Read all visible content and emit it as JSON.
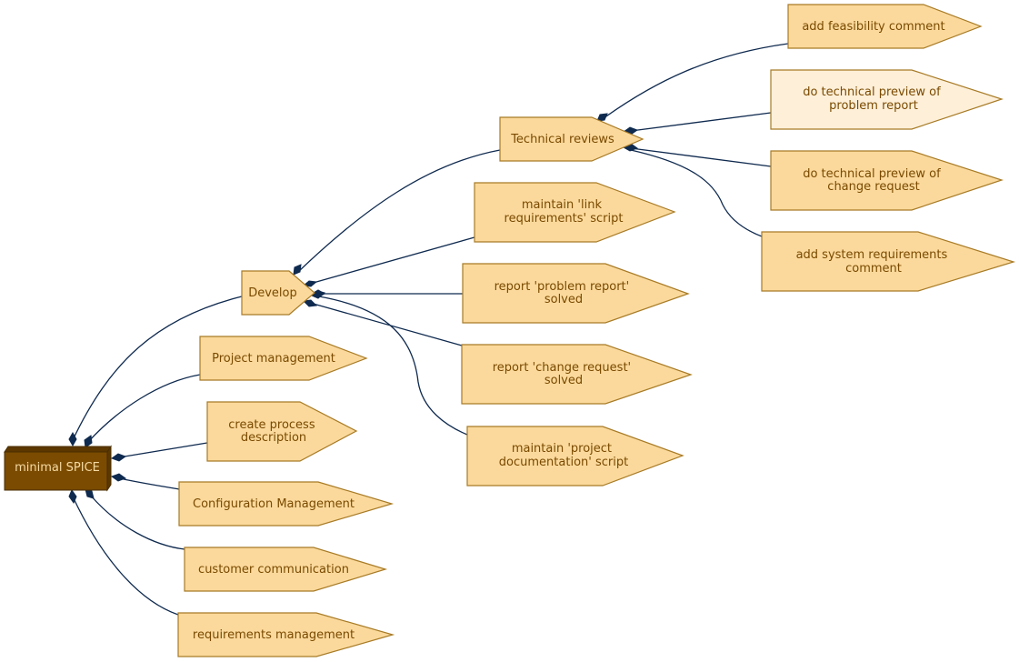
{
  "colors": {
    "node_fill": "#fbd99c",
    "node_fill_light": "#feefd8",
    "node_stroke": "#a87b26",
    "text": "#7a4a00",
    "root_fill": "#7a4b00",
    "root_text": "#f5d9a3",
    "edge": "#0f2a4f"
  },
  "nodes": {
    "root": {
      "label": [
        "minimal SPICE"
      ]
    },
    "develop": {
      "label": [
        "Develop"
      ]
    },
    "technical_reviews": {
      "label": [
        "Technical reviews"
      ]
    },
    "add_feasibility_comment": {
      "label": [
        "add feasibility comment"
      ]
    },
    "preview_problem_report": {
      "label": [
        "do technical preview of",
        "problem report"
      ]
    },
    "preview_change_request": {
      "label": [
        "do technical preview of",
        "change request"
      ]
    },
    "add_system_req_comment": {
      "label": [
        "add system requirements",
        "comment"
      ]
    },
    "maintain_link_req": {
      "label": [
        "maintain 'link",
        "requirements' script"
      ]
    },
    "report_problem_solved": {
      "label": [
        "report 'problem report'",
        "solved"
      ]
    },
    "report_change_solved": {
      "label": [
        "report 'change request'",
        "solved"
      ]
    },
    "maintain_project_doc": {
      "label": [
        "maintain 'project",
        "documentation' script"
      ]
    },
    "project_management": {
      "label": [
        "Project management"
      ]
    },
    "create_process_desc": {
      "label": [
        "create process",
        "description"
      ]
    },
    "configuration_management": {
      "label": [
        "Configuration Management"
      ]
    },
    "customer_communication": {
      "label": [
        "customer communication"
      ]
    },
    "requirements_management": {
      "label": [
        "requirements management"
      ]
    }
  }
}
